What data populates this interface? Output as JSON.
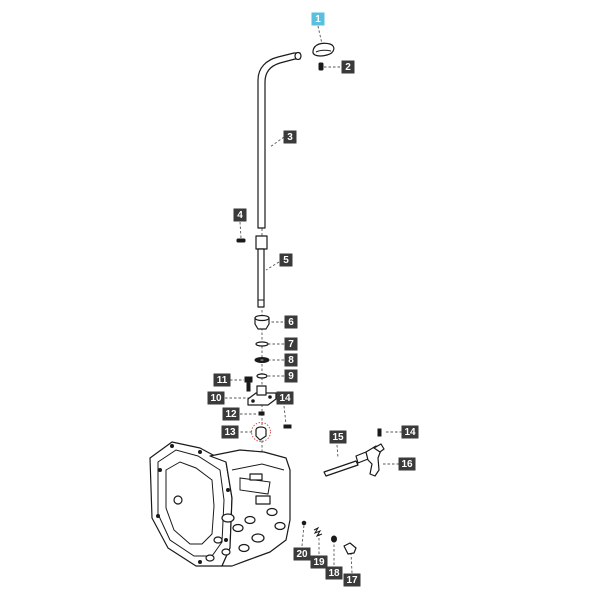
{
  "diagram": {
    "callouts": [
      {
        "label": "1",
        "highlighted": true
      },
      {
        "label": "2"
      },
      {
        "label": "3"
      },
      {
        "label": "4"
      },
      {
        "label": "5"
      },
      {
        "label": "6"
      },
      {
        "label": "7"
      },
      {
        "label": "8"
      },
      {
        "label": "9"
      },
      {
        "label": "10"
      },
      {
        "label": "11"
      },
      {
        "label": "12"
      },
      {
        "label": "13"
      },
      {
        "label": "14"
      },
      {
        "label": "14"
      },
      {
        "label": "15"
      },
      {
        "label": "16"
      },
      {
        "label": "17"
      },
      {
        "label": "18"
      },
      {
        "label": "19"
      },
      {
        "label": "20"
      }
    ]
  },
  "colors": {
    "callout_bg": "#3a3a3a",
    "callout_text": "#ffffff",
    "highlight_bg": "#5bc0de",
    "highlight_text": "#ffffff",
    "selection_ring": "#d9534f"
  }
}
